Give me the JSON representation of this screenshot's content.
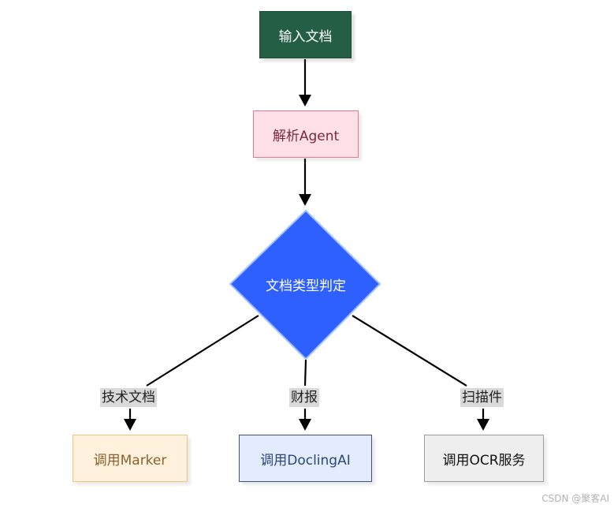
{
  "nodes": {
    "input_doc": "输入文档",
    "parse_agent": "解析Agent",
    "decision": "文档类型判定",
    "marker": "调用Marker",
    "docling": "调用DoclingAI",
    "ocr": "调用OCR服务"
  },
  "edges": {
    "tech_doc": "技术文档",
    "financial": "财报",
    "scan": "扫描件"
  },
  "watermark": "CSDN @聚客AI",
  "colors": {
    "input_fill": "#245f45",
    "agent_fill": "#ffe0e6",
    "agent_border": "#e47a92",
    "decision_fill": "#2e5fff",
    "decision_border": "#9ec0ff",
    "marker_fill": "#fff1dc",
    "docling_fill": "#e3ebff",
    "ocr_fill": "#eeeeee",
    "edge_label_bg": "#d9d9d9"
  }
}
